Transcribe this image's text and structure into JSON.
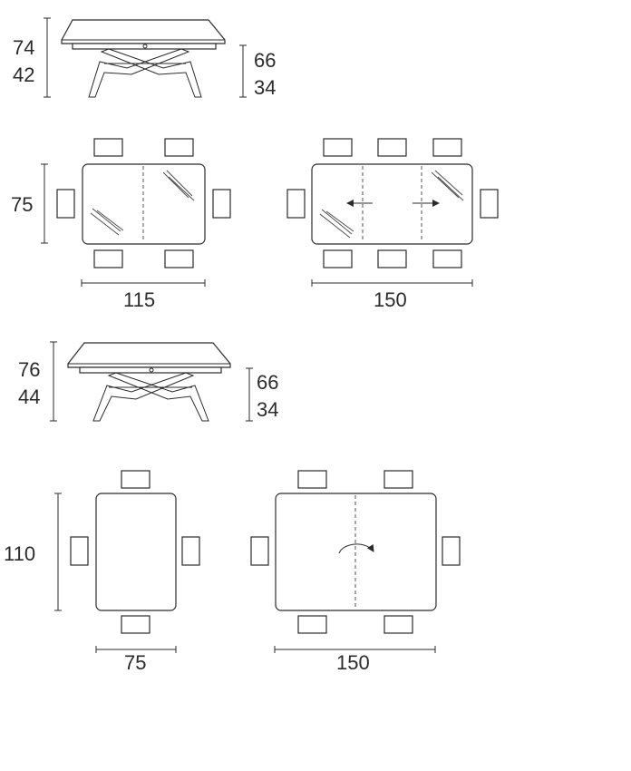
{
  "dimensions": {
    "side_view_1": {
      "overall_high": "74",
      "overall_low": "42",
      "leg_high": "66",
      "leg_low": "34"
    },
    "plan_1": {
      "depth": "75",
      "closed_width": "115",
      "open_width": "150"
    },
    "side_view_2": {
      "overall_high": "76",
      "overall_low": "44",
      "leg_high": "66",
      "leg_low": "34"
    },
    "plan_2": {
      "depth": "110",
      "closed_width": "75",
      "open_width": "150"
    }
  },
  "colors": {
    "line": "#2b2b2b",
    "background": "#ffffff"
  },
  "icons": [
    "extend-arrow-left-icon",
    "extend-arrow-right-icon",
    "rotate-arrow-icon"
  ]
}
